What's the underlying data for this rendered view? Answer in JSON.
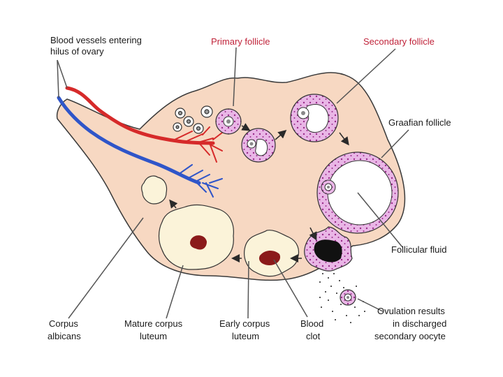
{
  "colors": {
    "ovary_fill": "#f7d8c2",
    "ovary_stroke": "#3a3a3a",
    "artery": "#d62a2a",
    "vein": "#2f55c9",
    "follicle_pink": "#e9b6e6",
    "follicle_dot": "#9a2a8a",
    "corpus_fill": "#fbf3d9",
    "clot": "#8b1a1a",
    "label_red": "#c0233a",
    "label_dark": "#1a1a1a"
  },
  "labels": {
    "blood_vessels": [
      "Blood vessels entering",
      "hilus of ovary"
    ],
    "primary_follicle": "Primary follicle",
    "secondary_follicle": "Secondary follicle",
    "graafian_follicle": "Graafian follicle",
    "follicular_fluid": "Follicular fluid",
    "ovulation": [
      "Ovulation results",
      "in discharged",
      "secondary oocyte"
    ],
    "corpus_albicans": [
      "Corpus",
      "albicans"
    ],
    "mature_corpus_luteum": [
      "Mature corpus",
      "luteum"
    ],
    "early_corpus_luteum": [
      "Early corpus",
      "luteum"
    ],
    "blood_clot": [
      "Blood",
      "clot"
    ]
  }
}
